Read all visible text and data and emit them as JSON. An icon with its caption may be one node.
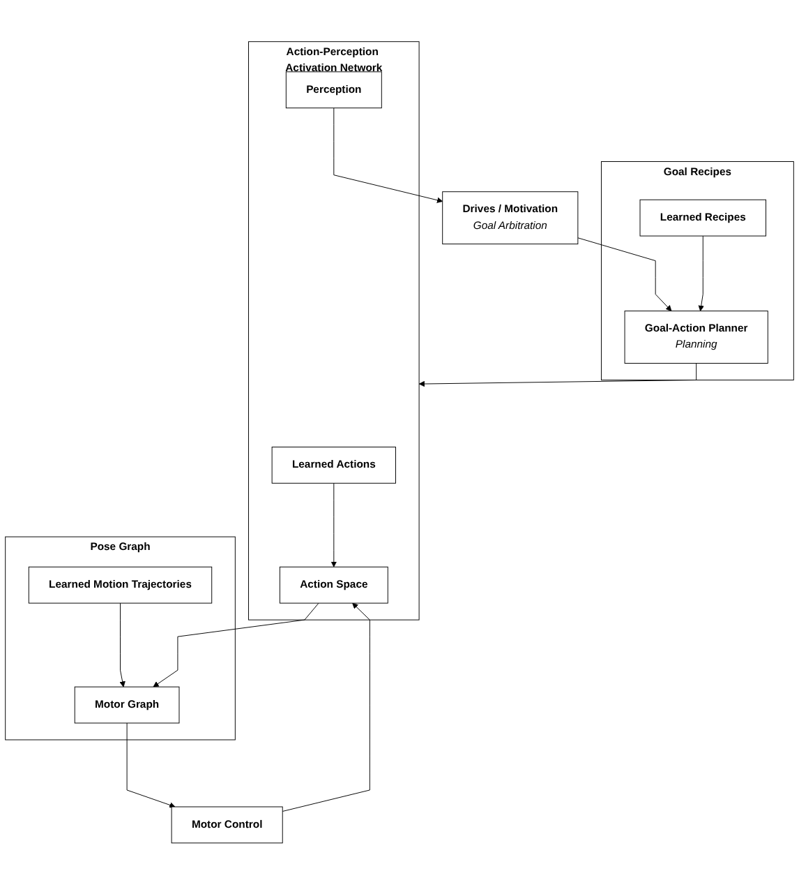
{
  "diagram": {
    "nodes": [
      {
        "text": [
          "Drives / Motivation",
          "Goal Arbitration"
        ]
      },
      {
        "text": [
          "Goal Recipes"
        ]
      },
      {
        "text": [
          "Goal-Action Planner",
          "Planning"
        ],
        "in": 1
      },
      {
        "text": [
          "Learned Recipes"
        ],
        "in": 1
      },
      {
        "text": [
          "Action-Perception Activation Network"
        ]
      },
      {
        "text": [
          "Perception"
        ],
        "in": 4
      },
      {
        "text": [
          "Action Space"
        ],
        "in": 4
      },
      {
        "text": [
          "Learned Actions"
        ],
        "in": 4
      },
      {
        "text": [
          "Pose Graph"
        ]
      },
      {
        "text": [
          "Motor Graph"
        ],
        "in": 8
      },
      {
        "text": [
          "Learned Motion Trajectories"
        ],
        "in": 8
      },
      {
        "text": [
          "Motor Control"
        ]
      }
    ],
    "edges": [
      {
        "from": 0,
        "to": 2,
        "arrow": "to"
      },
      {
        "from": 3,
        "to": 2,
        "arrow": "to"
      },
      {
        "from": 2,
        "to": 4,
        "arrow": "to"
      },
      {
        "from": 5,
        "to": 0,
        "arrow": "to"
      },
      {
        "from": 7,
        "to": 6,
        "arrow": "to"
      },
      {
        "from": 11,
        "to": 6,
        "arrow": "to"
      },
      {
        "from": 6,
        "to": 9,
        "arrow": "to"
      },
      {
        "from": 10,
        "to": 9,
        "arrow": "to"
      },
      {
        "from": 9,
        "to": 11,
        "arrow": "to"
      }
    ]
  }
}
